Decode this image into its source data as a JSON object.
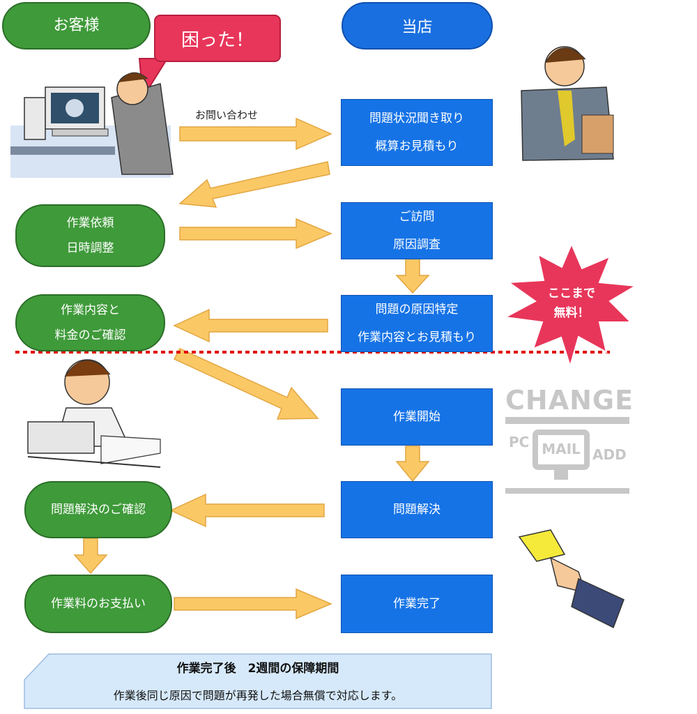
{
  "header": {
    "customer_label": "お客様",
    "shop_label": "当店"
  },
  "callout": {
    "text": "困った！"
  },
  "inquiry_label": "お問い合わせ",
  "customer_steps": [
    {
      "line1": "作業依頼",
      "line2": "日時調整"
    },
    {
      "line1": "作業内容と",
      "line2": "料金のご確認"
    },
    {
      "line1": "問題解決のご確認",
      "line2": ""
    },
    {
      "line1": "作業料のお支払い",
      "line2": ""
    }
  ],
  "shop_steps": [
    {
      "line1": "問題状況聞き取り",
      "line2": "概算お見積もり"
    },
    {
      "line1": "ご訪問",
      "line2": "原因調査"
    },
    {
      "line1": "問題の原因特定",
      "line2": "作業内容とお見積もり"
    },
    {
      "line1": "作業開始",
      "line2": ""
    },
    {
      "line1": "問題解決",
      "line2": ""
    },
    {
      "line1": "作業完了",
      "line2": ""
    }
  ],
  "free_badge": {
    "line1": "ここまで",
    "line2": "無料！"
  },
  "change_logo": {
    "word": "CHANGE",
    "pc": "PC",
    "mail": "MAIL",
    "addr": "ADD"
  },
  "guarantee": {
    "title": "作業完了後　2週間の保障期間",
    "subtitle": "作業後同じ原因で問題が再発した場合無償で対応します。"
  },
  "colors": {
    "green": "#3f9a3a",
    "blue": "#1673e6",
    "arrow": "#fbc866",
    "callout": "#e8365a",
    "divider": "#e00000",
    "guarantee_bg": "#d6e9fb"
  }
}
